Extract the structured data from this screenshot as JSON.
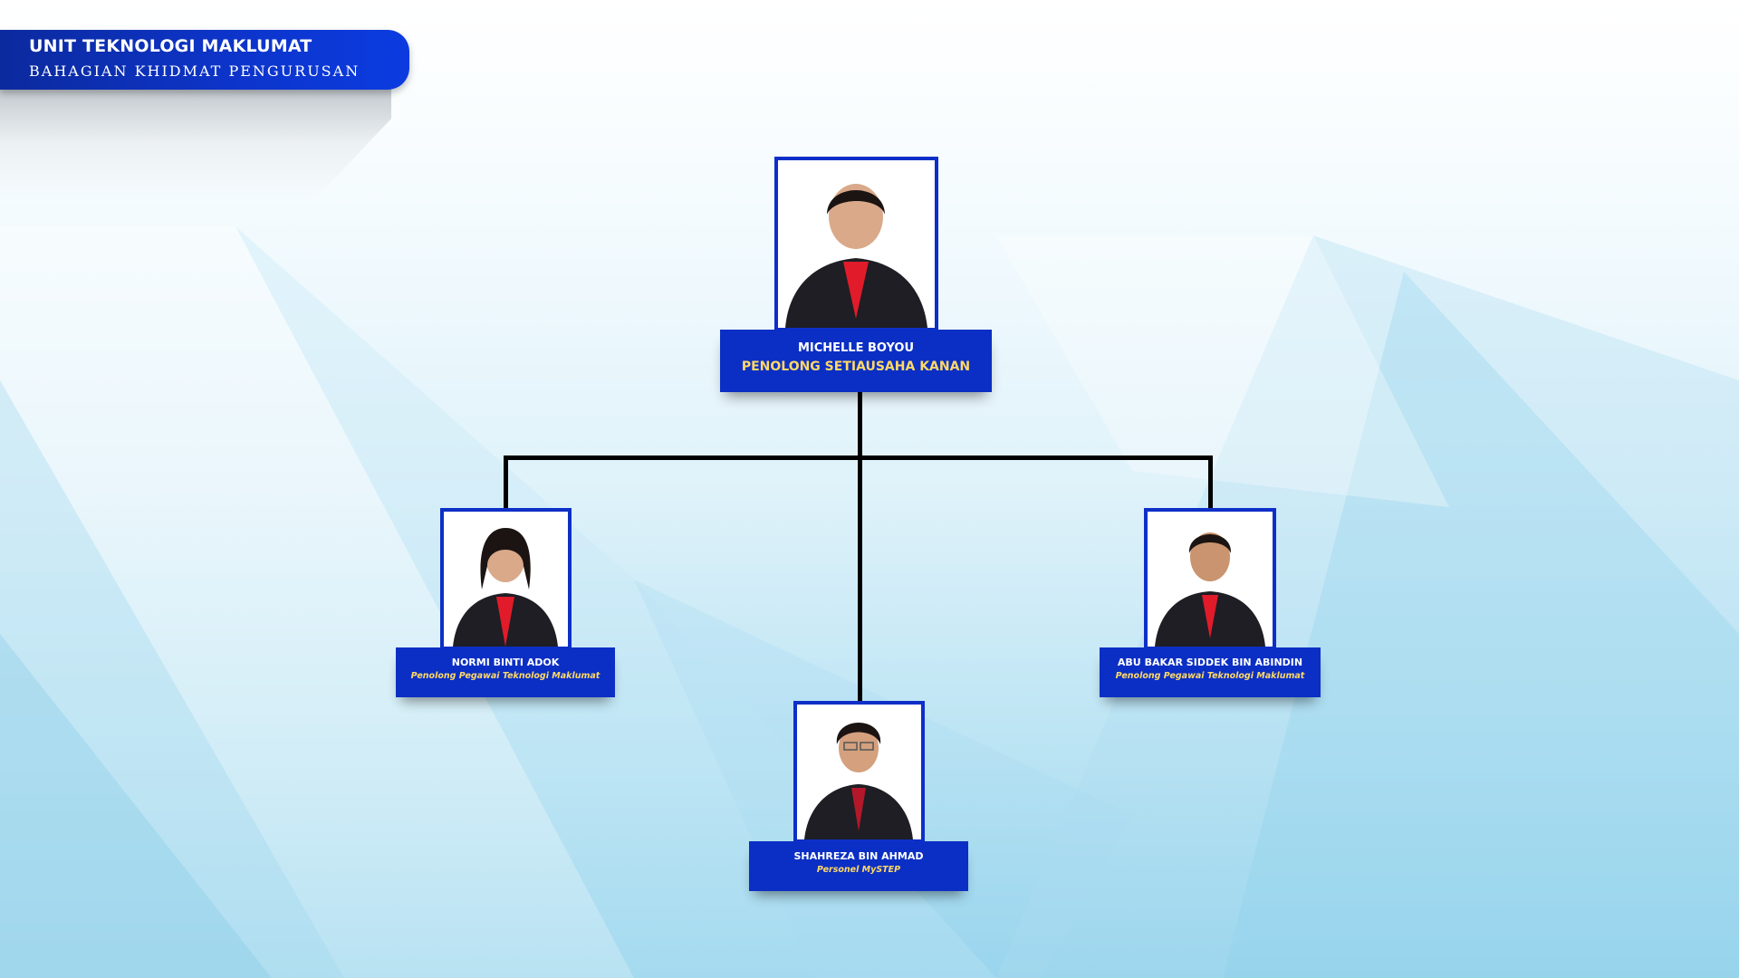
{
  "header": {
    "title": "UNIT TEKNOLOGI MAKLUMAT",
    "subtitle": "BAHAGIAN KHIDMAT PENGURUSAN"
  },
  "org": {
    "head": {
      "name": "MICHELLE BOYOU",
      "role": "PENOLONG SETIAUSAHA KANAN"
    },
    "left": {
      "name": "NORMI BINTI ADOK",
      "role": "Penolong Pegawai Teknologi Maklumat"
    },
    "center": {
      "name": "SHAHREZA BIN AHMAD",
      "role": "Personel MySTEP"
    },
    "right": {
      "name": "ABU BAKAR SIDDEK BIN ABINDIN",
      "role": "Penolong Pegawai Teknologi Maklumat"
    }
  },
  "colors": {
    "banner": "#0d35cc",
    "card_border": "#0e2fc7",
    "label_bg": "#0b2fc4",
    "role_text": "#ffd966",
    "connector": "#000000"
  }
}
